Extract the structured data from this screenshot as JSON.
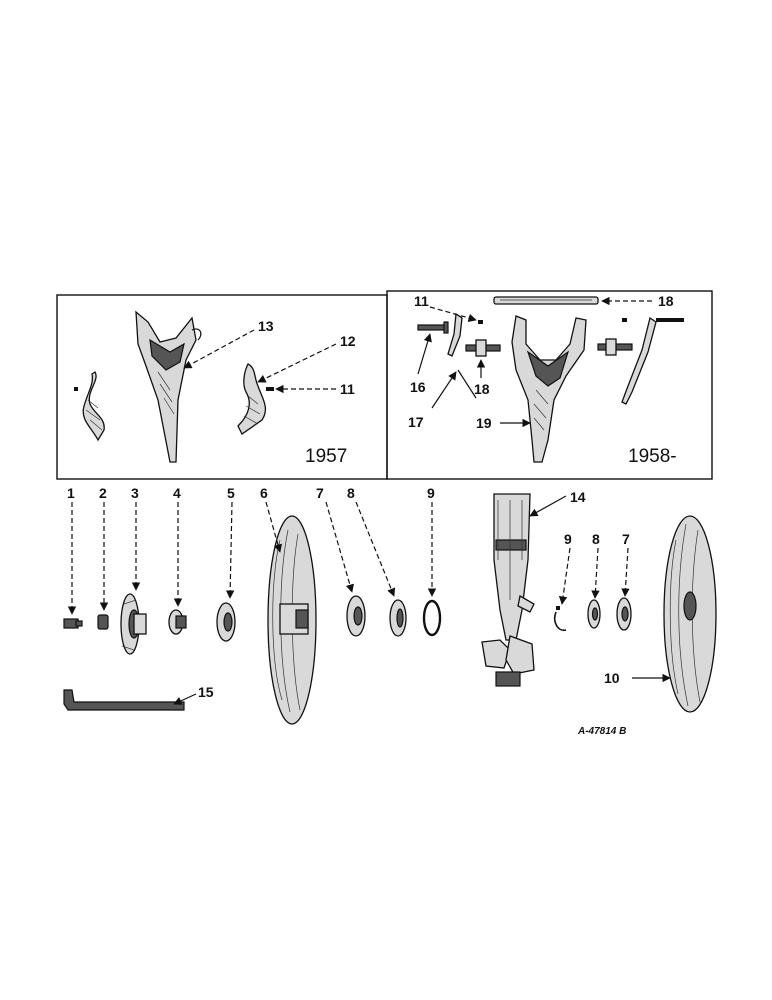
{
  "panels": {
    "left_year": "1957",
    "right_year": "1958-"
  },
  "callouts": {
    "n1": "1",
    "n2": "2",
    "n3": "3",
    "n4": "4",
    "n5": "5",
    "n6": "6",
    "n7": "7",
    "n8": "8",
    "n9": "9",
    "n10": "10",
    "n11": "11",
    "n12": "12",
    "n13": "13",
    "n14": "14",
    "n15": "15",
    "n16": "16",
    "n17": "17",
    "n18": "18",
    "n19": "19"
  },
  "drawing_code": "A-47814 B"
}
